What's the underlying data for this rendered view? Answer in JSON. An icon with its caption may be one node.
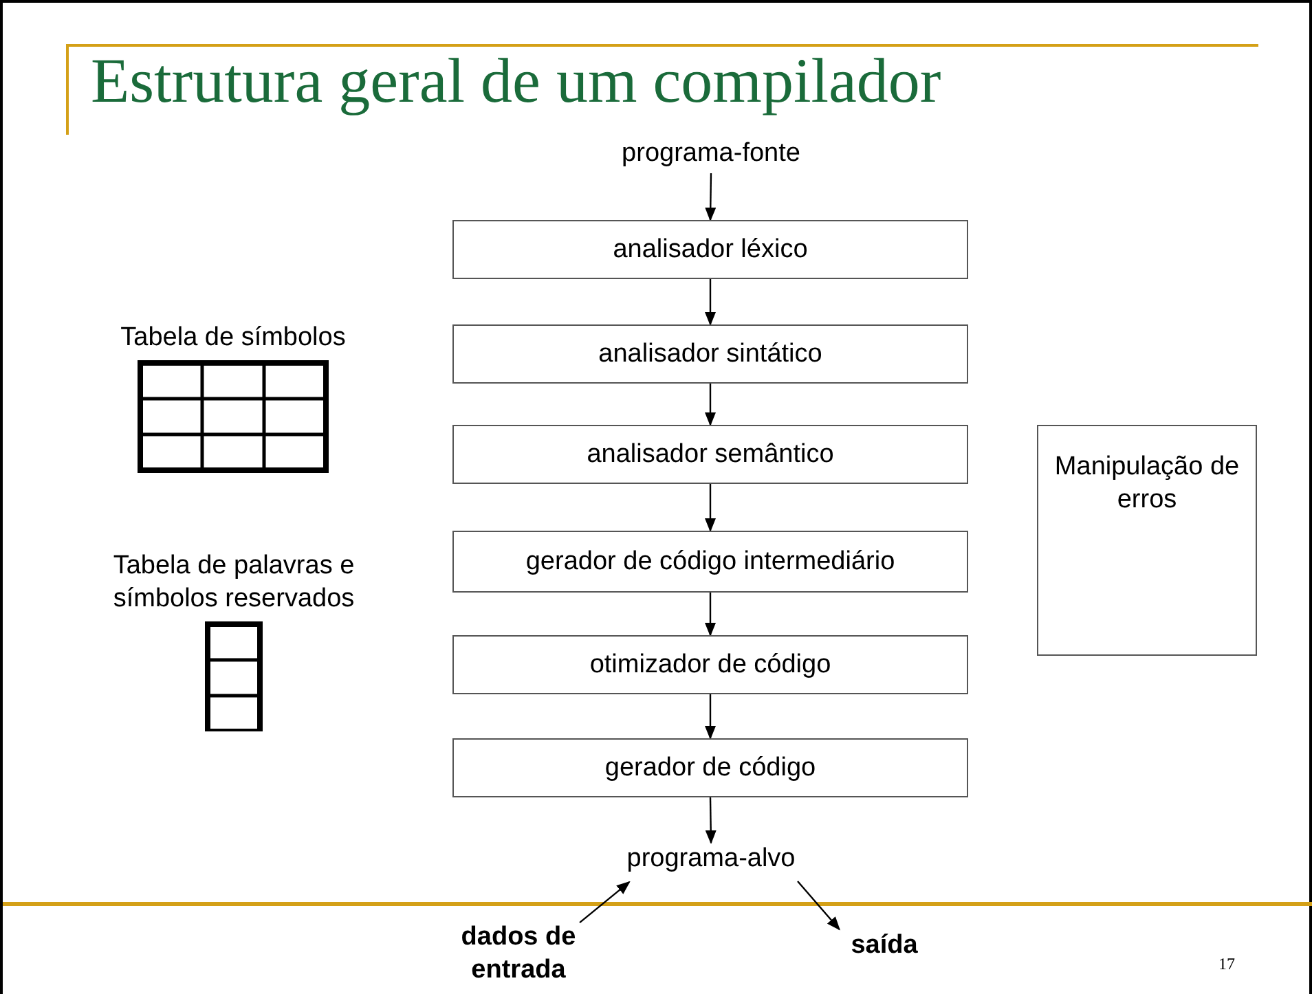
{
  "diagram": {
    "title": "Estrutura geral de um compilador",
    "nodes": [
      {
        "text": [
          "programa-fonte"
        ]
      },
      {
        "text": [
          "analisador léxico"
        ]
      },
      {
        "text": [
          "analisador sintático"
        ]
      },
      {
        "text": [
          "analisador semântico"
        ]
      },
      {
        "text": [
          "gerador de código intermediário"
        ]
      },
      {
        "text": [
          "otimizador de código"
        ]
      },
      {
        "text": [
          "gerador de código"
        ]
      },
      {
        "text": [
          "programa-alvo"
        ]
      },
      {
        "text": [
          "dados de entrada"
        ]
      },
      {
        "text": [
          "saída"
        ]
      },
      {
        "text": [
          "Tabela de símbolos"
        ]
      },
      {
        "text": [
          "Tabela de palavras e símbolos reservados"
        ]
      },
      {
        "text": [
          "Manipulação de erros"
        ]
      }
    ],
    "edges": [
      {
        "from": 0,
        "to": 1,
        "arrow": "to"
      },
      {
        "from": 1,
        "to": 2,
        "arrow": "to"
      },
      {
        "from": 2,
        "to": 3,
        "arrow": "to"
      },
      {
        "from": 3,
        "to": 4,
        "arrow": "to"
      },
      {
        "from": 4,
        "to": 5,
        "arrow": "to"
      },
      {
        "from": 5,
        "to": 6,
        "arrow": "to"
      },
      {
        "from": 6,
        "to": 7,
        "arrow": "to"
      },
      {
        "from": 8,
        "to": 7,
        "arrow": "to"
      },
      {
        "from": 7,
        "to": 9,
        "arrow": "to"
      }
    ],
    "labels": [
      "17"
    ]
  }
}
